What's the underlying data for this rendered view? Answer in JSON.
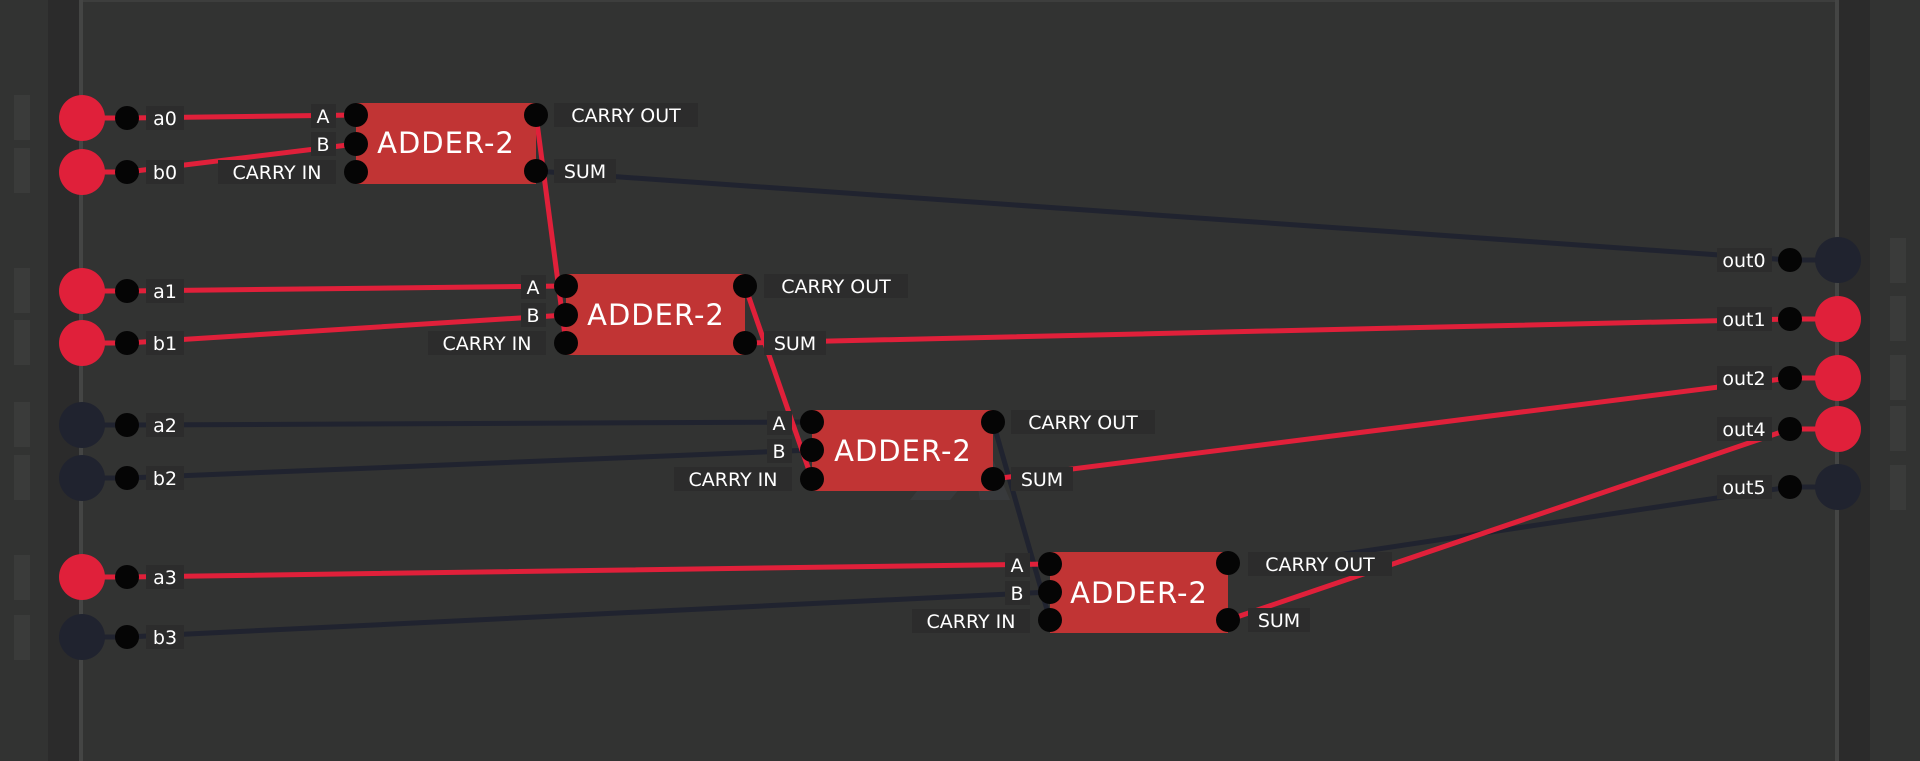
{
  "colors": {
    "background": "#323332",
    "on": "#e0203a",
    "off": "#20232f",
    "chip": "#c13434",
    "pin": "#050505"
  },
  "inputs": [
    {
      "name": "a0",
      "on": true
    },
    {
      "name": "b0",
      "on": true
    },
    {
      "name": "a1",
      "on": true
    },
    {
      "name": "b1",
      "on": true
    },
    {
      "name": "a2",
      "on": false
    },
    {
      "name": "b2",
      "on": false
    },
    {
      "name": "a3",
      "on": true
    },
    {
      "name": "b3",
      "on": false
    }
  ],
  "outputs": [
    {
      "name": "out0",
      "on": false
    },
    {
      "name": "out1",
      "on": true
    },
    {
      "name": "out2",
      "on": true
    },
    {
      "name": "out4",
      "on": true
    },
    {
      "name": "out5",
      "on": false
    }
  ],
  "chips": [
    {
      "title": "ADDER-2",
      "pin_a": "A",
      "pin_b": "B",
      "pin_cin": "CARRY IN",
      "pin_cout": "CARRY OUT",
      "pin_sum": "SUM"
    },
    {
      "title": "ADDER-2",
      "pin_a": "A",
      "pin_b": "B",
      "pin_cin": "CARRY IN",
      "pin_cout": "CARRY OUT",
      "pin_sum": "SUM"
    },
    {
      "title": "ADDER-2",
      "pin_a": "A",
      "pin_b": "B",
      "pin_cin": "CARRY IN",
      "pin_cout": "CARRY OUT",
      "pin_sum": "SUM"
    },
    {
      "title": "ADDER-2",
      "pin_a": "A",
      "pin_b": "B",
      "pin_cin": "CARRY IN",
      "pin_cout": "CARRY OUT",
      "pin_sum": "SUM"
    }
  ],
  "wires": [
    {
      "from": "a0",
      "to": "chip0.A",
      "on": true
    },
    {
      "from": "b0",
      "to": "chip0.B",
      "on": true
    },
    {
      "from": "chip0.SUM",
      "to": "out0",
      "on": false
    },
    {
      "from": "chip0.CARRY OUT",
      "to": "chip1.CARRY IN",
      "on": true
    },
    {
      "from": "a1",
      "to": "chip1.A",
      "on": true
    },
    {
      "from": "b1",
      "to": "chip1.B",
      "on": true
    },
    {
      "from": "chip1.SUM",
      "to": "out1",
      "on": true
    },
    {
      "from": "chip1.CARRY OUT",
      "to": "chip2.CARRY IN",
      "on": true
    },
    {
      "from": "a2",
      "to": "chip2.A",
      "on": false
    },
    {
      "from": "b2",
      "to": "chip2.B",
      "on": false
    },
    {
      "from": "chip2.SUM",
      "to": "out2",
      "on": true
    },
    {
      "from": "chip2.CARRY OUT",
      "to": "chip3.CARRY IN",
      "on": false
    },
    {
      "from": "a3",
      "to": "chip3.A",
      "on": true
    },
    {
      "from": "b3",
      "to": "chip3.B",
      "on": false
    },
    {
      "from": "chip3.SUM",
      "to": "out4",
      "on": true
    },
    {
      "from": "chip3.CARRY OUT",
      "to": "out5",
      "on": false
    }
  ]
}
